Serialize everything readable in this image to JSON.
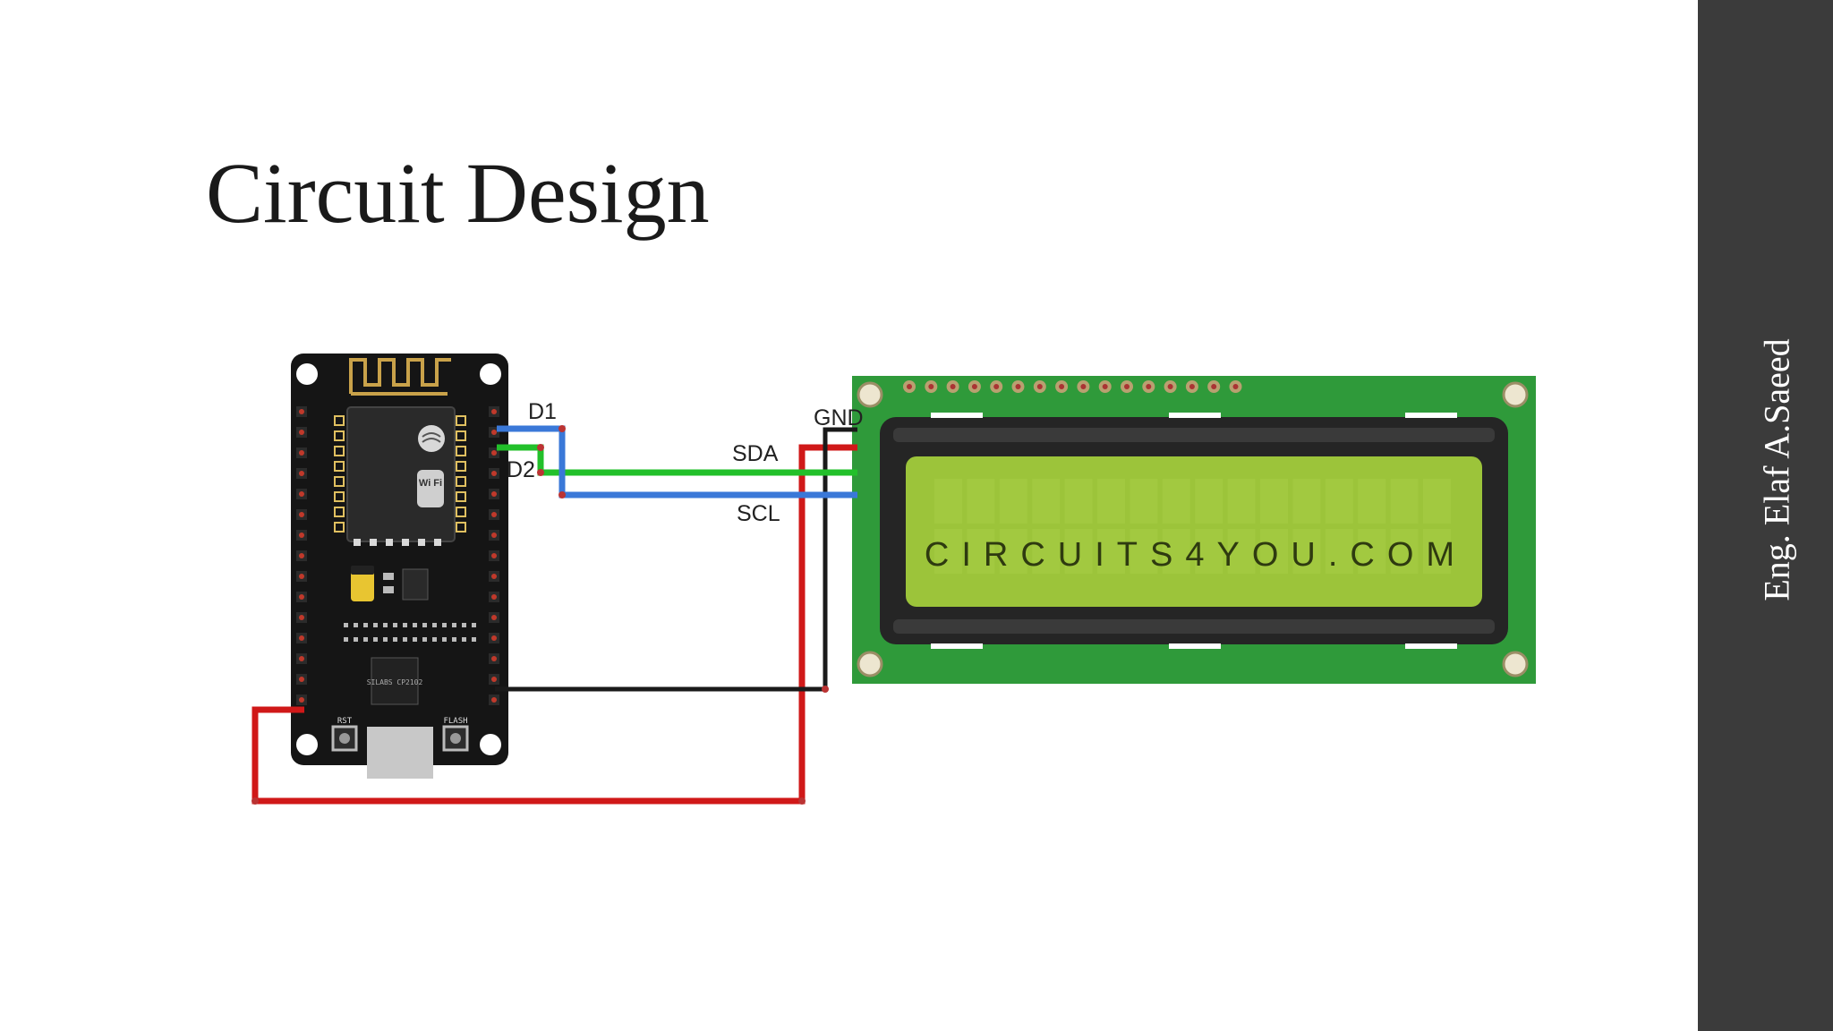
{
  "slide": {
    "title": "Circuit Design",
    "author": "Eng. Elaf A.Saeed"
  },
  "diagram": {
    "labels": {
      "d1": "D1",
      "d2": "D2",
      "sda": "SDA",
      "scl": "SCL",
      "gnd": "GND"
    },
    "lcd_text": "CIRCUITS4YOU.COM",
    "board_buttons": {
      "rst": "RST",
      "flash": "FLASH"
    },
    "module_labels": {
      "wifi": "Wi Fi",
      "chip": "SILABS CP2102"
    },
    "colors": {
      "wire_sda": "#22c02a",
      "wire_scl": "#3a78d8",
      "wire_vcc": "#d01818",
      "wire_gnd": "#1a1a1a",
      "lcd_pcb": "#2f9a3a",
      "lcd_screen": "#9cc43a",
      "board": "#151515",
      "sidebar": "#3b3b3b"
    }
  }
}
